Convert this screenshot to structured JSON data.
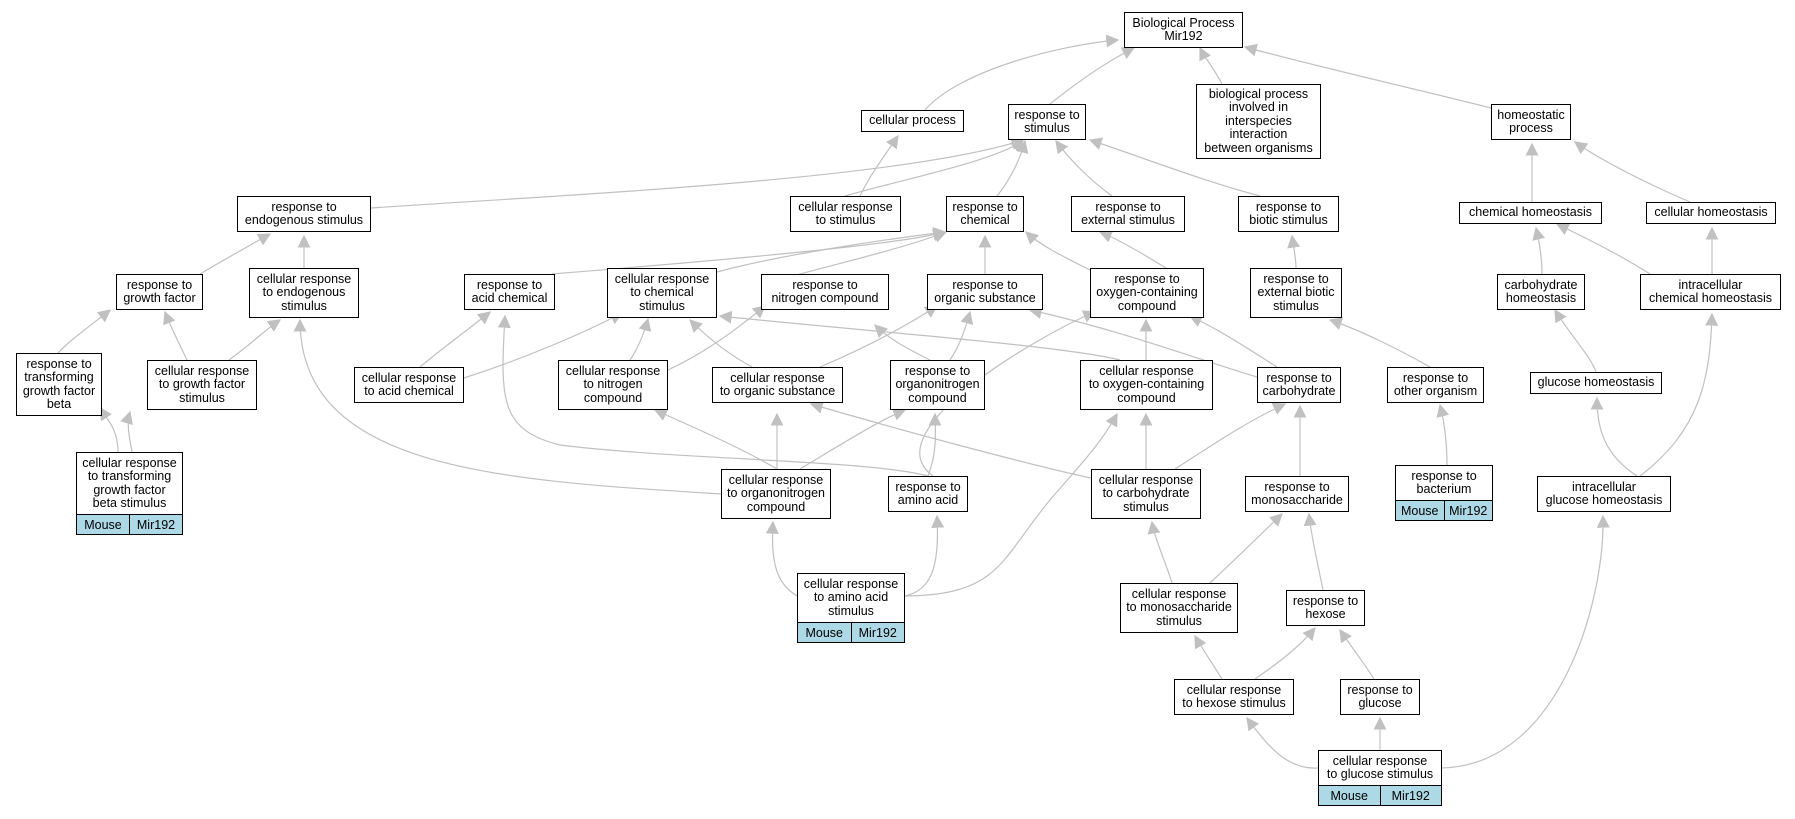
{
  "colors": {
    "edge": "#c0c0c0",
    "tag_fill": "#add8e6",
    "node_border": "#000000"
  },
  "nodes": {
    "root": "Biological Process\nMir192",
    "cellular_process": "cellular process",
    "response_to_stimulus": "response to\nstimulus",
    "bp_interspecies": "biological process\ninvolved in\ninterspecies\ninteraction\nbetween organisms",
    "homeostatic_process": "homeostatic\nprocess",
    "resp_endogenous": "response to\nendogenous stimulus",
    "cell_resp_stimulus": "cellular response\nto stimulus",
    "resp_chemical": "response to\nchemical",
    "resp_external": "response to\nexternal stimulus",
    "resp_biotic": "response to\nbiotic stimulus",
    "chemical_homeostasis": "chemical homeostasis",
    "cellular_homeostasis": "cellular homeostasis",
    "resp_growth_factor": "response to\ngrowth factor",
    "cell_resp_endogenous": "cellular response\nto endogenous\nstimulus",
    "resp_acid_chemical": "response to\nacid chemical",
    "cell_resp_chemical": "cellular response\nto chemical\nstimulus",
    "resp_nitrogen": "response to\nnitrogen compound",
    "resp_organic": "response to\norganic substance",
    "resp_oxygen": "response to\noxygen-containing\ncompound",
    "resp_ext_biotic": "response to\nexternal biotic\nstimulus",
    "carb_homeostasis": "carbohydrate\nhomeostasis",
    "intra_chem_homeostasis": "intracellular\nchemical homeostasis",
    "resp_tgfb": "response to\ntransforming\ngrowth factor\nbeta",
    "cell_resp_growth_factor": "cellular response\nto growth factor\nstimulus",
    "cell_resp_acid": "cellular response\nto acid chemical",
    "cell_resp_nitrogen": "cellular response\nto nitrogen\ncompound",
    "cell_resp_organic": "cellular response\nto organic substance",
    "resp_organonitrogen": "response to\norganonitrogen\ncompound",
    "cell_resp_oxygen": "cellular response\nto oxygen-containing\ncompound",
    "resp_carbohydrate": "response to\ncarbohydrate",
    "resp_other_organism": "response to\nother organism",
    "glucose_homeostasis": "glucose homeostasis",
    "cell_resp_tgfb": "cellular response\nto transforming\ngrowth factor\nbeta stimulus",
    "cell_resp_organonitrogen": "cellular response\nto organonitrogen\ncompound",
    "resp_amino_acid": "response to\namino acid",
    "cell_resp_carbohydrate": "cellular response\nto carbohydrate\nstimulus",
    "resp_monosaccharide": "response to\nmonosaccharide",
    "resp_bacterium": "response to\nbacterium",
    "intra_glucose_homeostasis": "intracellular\nglucose homeostasis",
    "cell_resp_amino_acid": "cellular response\nto amino acid\nstimulus",
    "cell_resp_monosaccharide": "cellular response\nto monosaccharide\nstimulus",
    "resp_hexose": "response to\nhexose",
    "cell_resp_hexose": "cellular response\nto hexose stimulus",
    "resp_glucose": "response to\nglucose",
    "cell_resp_glucose": "cellular response\nto glucose stimulus"
  },
  "tags": {
    "organism": "Mouse",
    "gene": "Mir192"
  }
}
